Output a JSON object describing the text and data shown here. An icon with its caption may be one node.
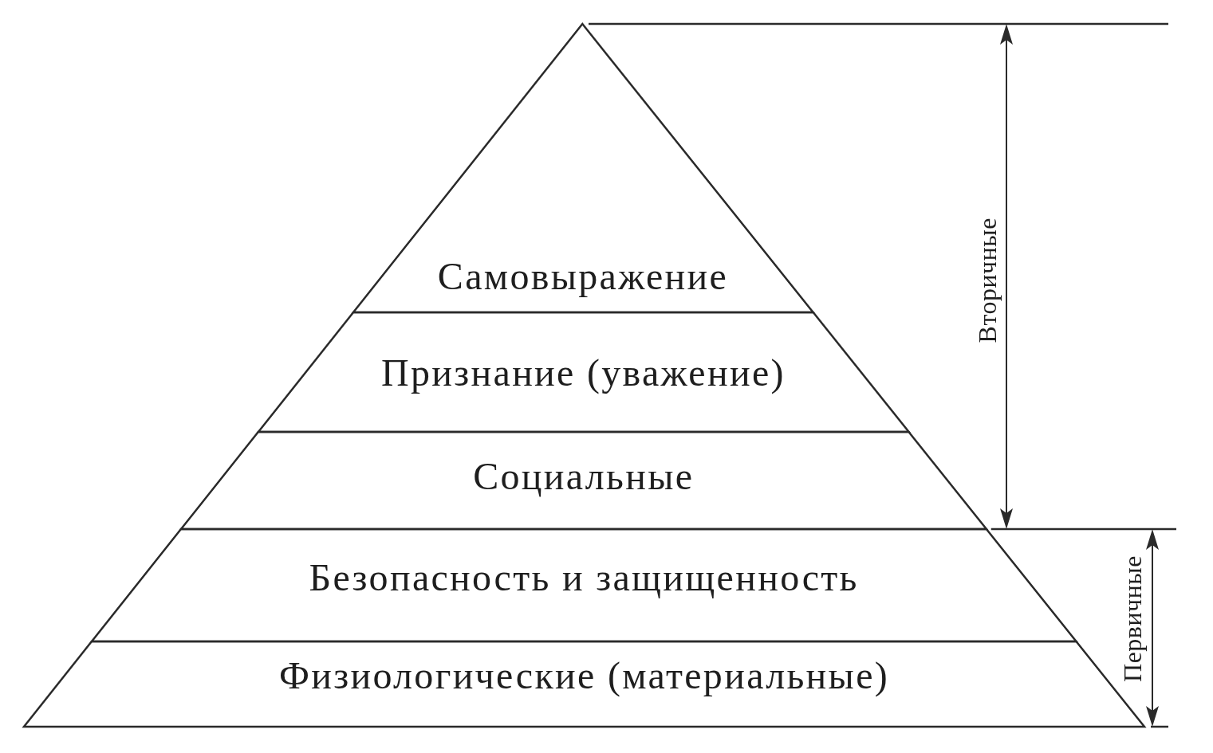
{
  "diagram": {
    "nodes": [
      {
        "text": [
          "Самовыражение"
        ]
      },
      {
        "text": [
          "Признание (уважение)"
        ]
      },
      {
        "text": [
          "Социальные"
        ]
      },
      {
        "text": [
          "Безопасность и защищенность"
        ]
      },
      {
        "text": [
          "Физиологические (материальные)"
        ]
      }
    ],
    "labels": [
      "Вторичные",
      "Первичные"
    ]
  }
}
